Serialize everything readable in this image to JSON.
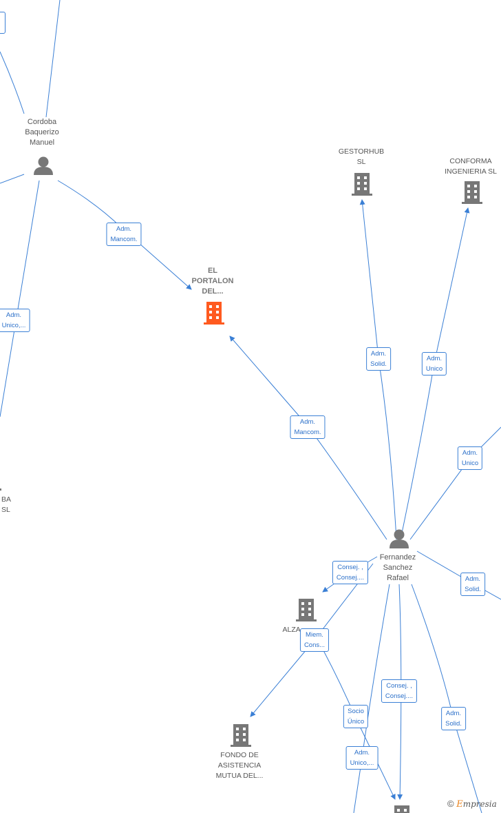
{
  "colors": {
    "edge": "#3a7fd5",
    "company": "#777777",
    "highlight": "#ff5a1f",
    "person": "#777777"
  },
  "nodes": {
    "cordoba": {
      "label": [
        "Cordoba",
        "Baquerizo",
        "Manuel"
      ],
      "icon": "person-icon"
    },
    "fernandez": {
      "label": [
        "Fernandez",
        "Sanchez",
        "Rafael"
      ],
      "icon": "person-icon"
    },
    "portalon": {
      "label": [
        "EL",
        "PORTALON",
        "DEL..."
      ],
      "icon": "building-icon"
    },
    "gestorhub": {
      "label": [
        "GESTORHUB",
        "SL"
      ],
      "icon": "building-icon"
    },
    "conforma": {
      "label": [
        "CONFORMA",
        "INGENIERIA SL"
      ],
      "icon": "building-icon"
    },
    "alzaneda": {
      "label": [
        "ALZA..."
      ],
      "icon": "building-icon"
    },
    "fondo": {
      "label": [
        "FONDO DE",
        "ASISTENCIA",
        "MUTUA DEL..."
      ],
      "icon": "building-icon"
    },
    "left_partial": {
      "label": [
        "BA",
        "SL"
      ],
      "icon": "building-icon"
    }
  },
  "relations": {
    "r1": [
      "Adm.",
      "Mancom."
    ],
    "r2": [
      "Adm.",
      "Unico,..."
    ],
    "r3": [
      "Adm.",
      "Solid."
    ],
    "r4": [
      "Adm.",
      "Unico"
    ],
    "r5": [
      "Adm.",
      "Mancom."
    ],
    "r6": [
      "Adm.",
      "Unico"
    ],
    "r7": [
      "Consej. ,",
      "Consej...."
    ],
    "r8": [
      "Adm.",
      "Solid."
    ],
    "r9": [
      "Miem.",
      "Cons..."
    ],
    "r10": [
      "Consej. ,",
      "Consej...."
    ],
    "r11": [
      "Socio",
      "Único"
    ],
    "r12": [
      "Adm.",
      "Solid."
    ],
    "r13": [
      "Adm.",
      "Unico,..."
    ]
  },
  "watermark": {
    "symbol": "©",
    "brand_initial": "E",
    "brand_rest": "mpresia"
  }
}
